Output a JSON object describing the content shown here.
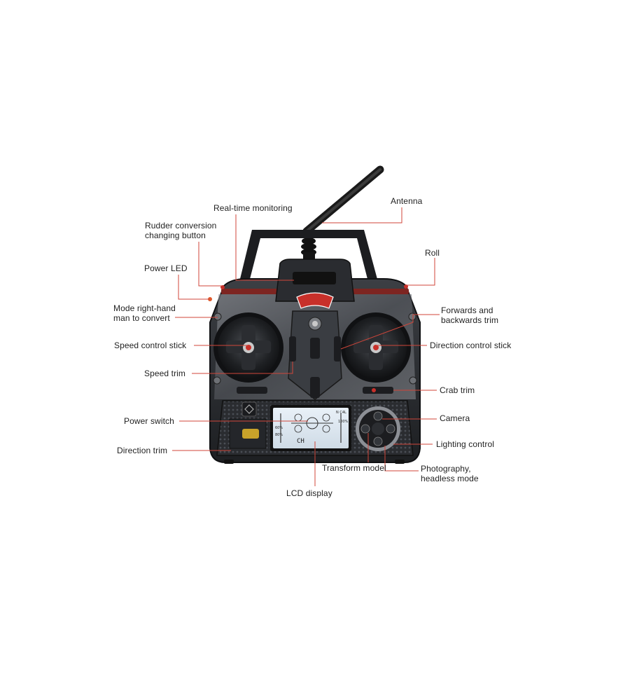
{
  "labels": {
    "realtime_monitoring": "Real-time monitoring",
    "antenna": "Antenna",
    "rudder_conversion": "Rudder conversion changing button",
    "roll": "Roll",
    "power_led": "Power LED",
    "mode_right_hand": "Mode right-hand man to convert",
    "forwards_backwards_trim": "Forwards and backwards trim",
    "speed_control_stick": "Speed control stick",
    "direction_control_stick": "Direction control stick",
    "speed_trim": "Speed trim",
    "crab_trim": "Crab trim",
    "power_switch": "Power switch",
    "camera": "Camera",
    "direction_trim": "Direction trim",
    "lighting_control": "Lighting control",
    "transform_model": "Transform model",
    "photography_headless": "Photography, headless mode",
    "lcd_display": "LCD display"
  },
  "lcd": {
    "mode_text": "N C4L",
    "pct_100": "100%",
    "pct_60": "60%",
    "pct_80": "80%",
    "channel": "CH"
  },
  "colors": {
    "leader": "#d0463a",
    "body": "#2b2d31",
    "accent": "#c8302a"
  }
}
